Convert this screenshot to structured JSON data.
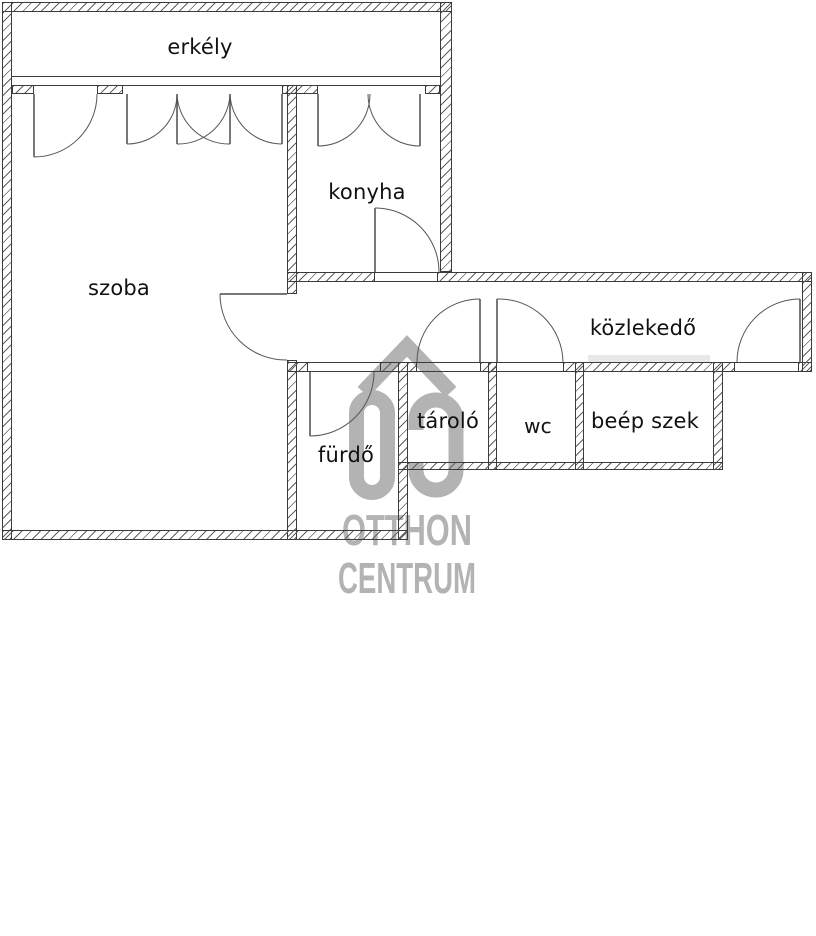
{
  "rooms": {
    "erkely": {
      "label": "erkély"
    },
    "szoba": {
      "label": "szoba"
    },
    "konyha": {
      "label": "konyha"
    },
    "kozlekedo": {
      "label": "közlekedő"
    },
    "furdo": {
      "label": "fürdő"
    },
    "tarolo": {
      "label": "tároló"
    },
    "wc": {
      "label": "wc"
    },
    "beep_szek": {
      "label": "beép szek"
    }
  },
  "watermark": {
    "line1": "OTTHON",
    "line2": "CENTRUM"
  },
  "colors": {
    "background": "#ffffff",
    "wall_line": "#3b3b3b",
    "hatch_line": "#606060",
    "door_line": "#555555",
    "label_text": "#111111",
    "wardrobe_front": "#e8e8e8",
    "watermark_gray": "#b3b3b3"
  }
}
